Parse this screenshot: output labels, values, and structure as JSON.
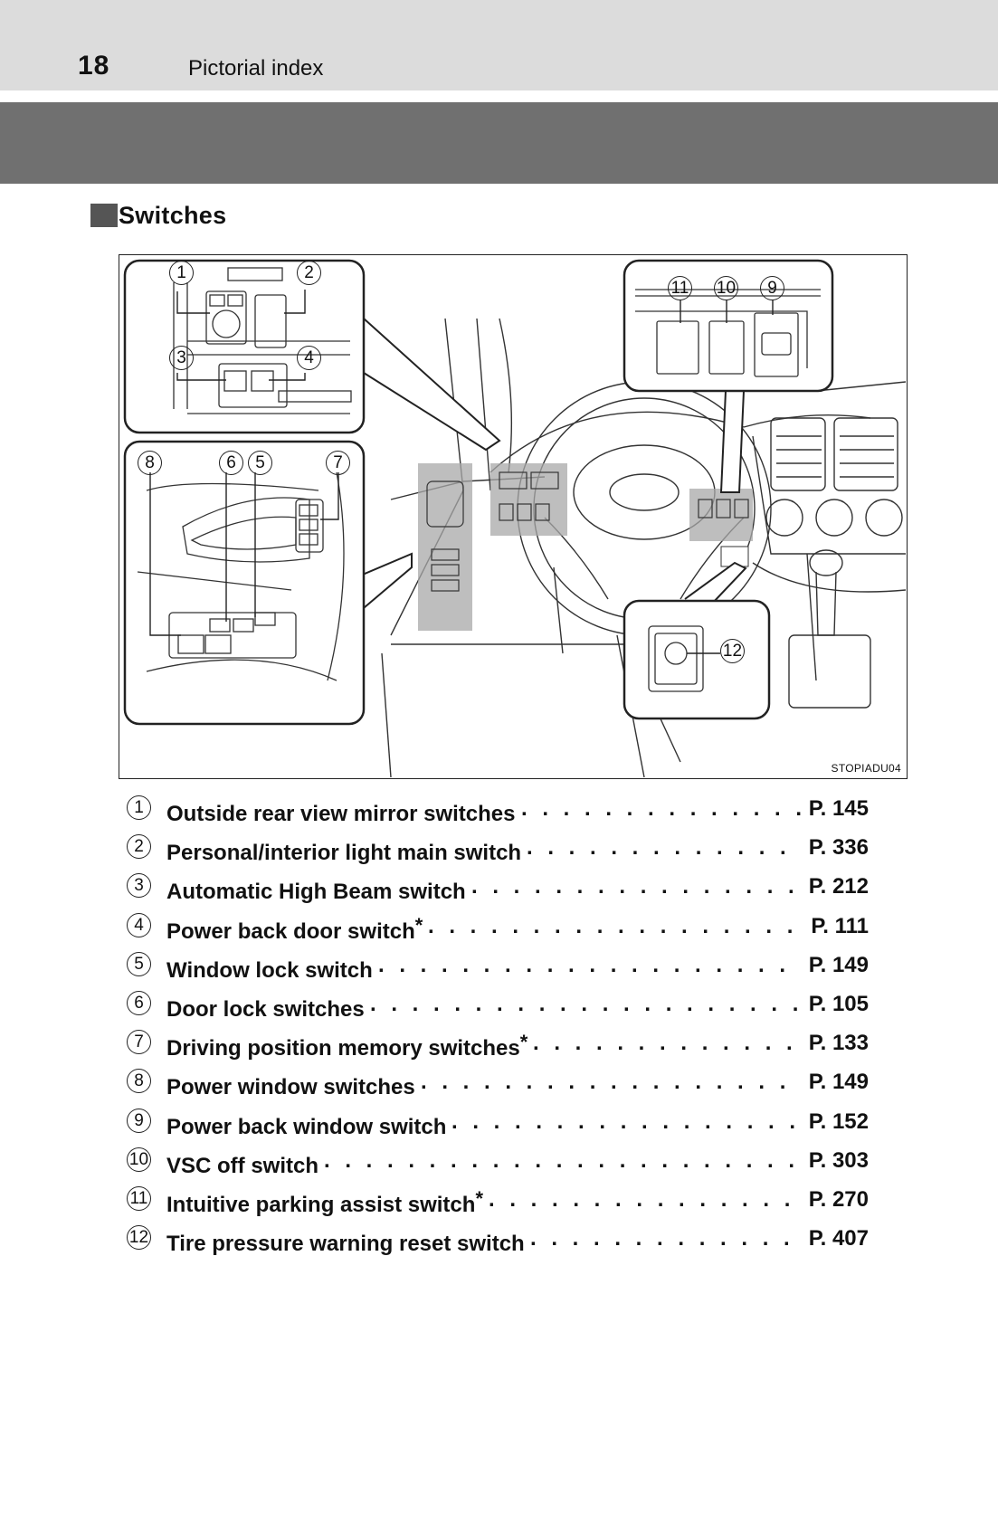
{
  "header": {
    "page_number": "18",
    "title": "Pictorial index"
  },
  "section": {
    "title": "Switches"
  },
  "figure": {
    "code": "STOPIADU04",
    "callouts": [
      "1",
      "2",
      "3",
      "4",
      "5",
      "6",
      "7",
      "8",
      "9",
      "10",
      "11",
      "12"
    ]
  },
  "items": [
    {
      "number": "1",
      "label": "Outside rear view mirror switches",
      "asterisk": "",
      "page": "P. 145"
    },
    {
      "number": "2",
      "label": "Personal/interior light main switch",
      "asterisk": "",
      "page": "P. 336"
    },
    {
      "number": "3",
      "label": "Automatic High Beam switch",
      "asterisk": "",
      "page": "P. 212"
    },
    {
      "number": "4",
      "label": "Power back door switch",
      "asterisk": "*",
      "page": "P. 111"
    },
    {
      "number": "5",
      "label": "Window lock switch",
      "asterisk": "",
      "page": "P. 149"
    },
    {
      "number": "6",
      "label": "Door lock switches",
      "asterisk": "",
      "page": "P. 105"
    },
    {
      "number": "7",
      "label": "Driving position memory switches",
      "asterisk": "*",
      "page": "P. 133"
    },
    {
      "number": "8",
      "label": "Power window switches",
      "asterisk": "",
      "page": "P. 149"
    },
    {
      "number": "9",
      "label": "Power back window switch",
      "asterisk": "",
      "page": "P. 152"
    },
    {
      "number": "10",
      "label": "VSC off switch",
      "asterisk": "",
      "page": "P. 303"
    },
    {
      "number": "11",
      "label": "Intuitive parking assist switch",
      "asterisk": "*",
      "page": "P. 270"
    },
    {
      "number": "12",
      "label": "Tire pressure warning reset switch",
      "asterisk": "",
      "page": "P. 407"
    }
  ]
}
